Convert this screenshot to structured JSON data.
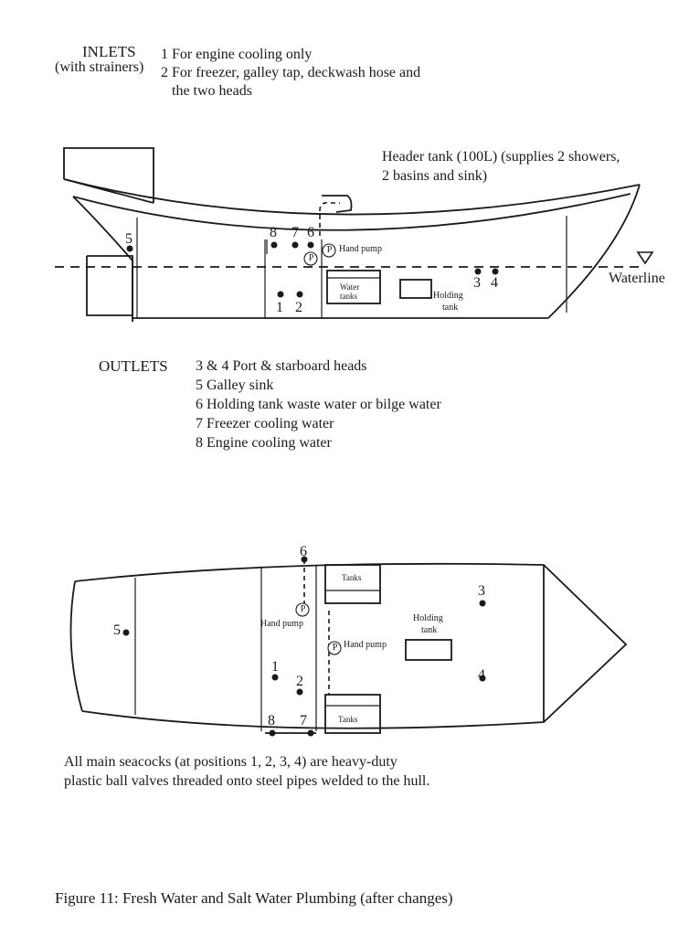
{
  "inlets": {
    "title": "INLETS",
    "subtitle": "(with strainers)",
    "items": [
      "1 For engine cooling only",
      "2 For freezer, galley tap, deckwash hose and",
      "the two heads"
    ]
  },
  "header_tank": {
    "line1": "Header tank (100L) (supplies 2 showers,",
    "line2": "2 basins and sink)"
  },
  "side_view": {
    "waterline": "Waterline",
    "hand_pump": "Hand pump",
    "pump_symbol": "P",
    "water_tanks": [
      "Water",
      "tanks"
    ],
    "holding_tank": [
      "Holding",
      "tank"
    ],
    "numbers": {
      "n1": "1",
      "n2": "2",
      "n3": "3",
      "n4": "4",
      "n5": "5",
      "n6": "6",
      "n7": "7",
      "n8": "8"
    }
  },
  "outlets": {
    "title": "OUTLETS",
    "items": [
      "3 & 4 Port & starboard heads",
      "5 Galley sink",
      "6 Holding tank waste water or bilge water",
      "7 Freezer cooling water",
      "8 Engine cooling water"
    ]
  },
  "plan_view": {
    "tanks_top": "Tanks",
    "tanks_bottom": "Tanks",
    "hand_pump_left": "Hand pump",
    "hand_pump_right": "Hand pump",
    "pump_symbol": "P",
    "holding_tank": [
      "Holding",
      "tank"
    ],
    "numbers": {
      "n1": "1",
      "n2": "2",
      "n3": "3",
      "n4": "4",
      "n5": "5",
      "n6": "6",
      "n7": "7",
      "n8": "8"
    }
  },
  "note": {
    "line1": "All main seacocks (at positions 1, 2, 3, 4) are heavy-duty",
    "line2": "plastic ball valves threaded onto steel pipes welded to the hull."
  },
  "caption": "Figure 11: Fresh Water and Salt Water Plumbing (after changes)"
}
